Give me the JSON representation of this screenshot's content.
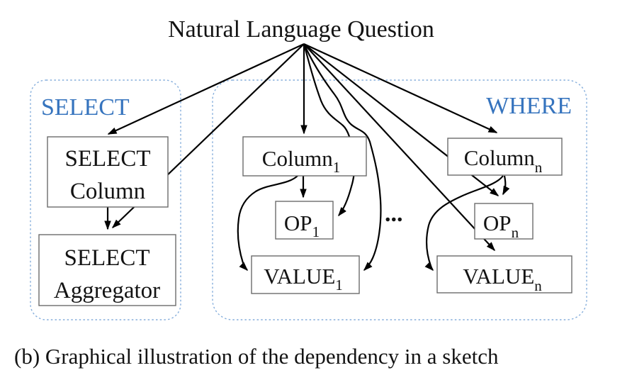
{
  "diagram": {
    "title": "Natural Language Question",
    "caption": "(b) Graphical illustration of the dependency in a sketch",
    "ellipsis": "...",
    "colors": {
      "label_blue": "#3674BE",
      "dashed_border": "#85AEDC",
      "box_border": "#6b6b6b",
      "arrow": "#000000",
      "text": "#131313"
    },
    "select_group": {
      "label": "SELECT"
    },
    "where_group": {
      "label": "WHERE"
    },
    "nodes": {
      "select_column": {
        "line1": "SELECT",
        "line2": "Column"
      },
      "select_aggregator": {
        "line1": "SELECT",
        "line2": "Aggregator"
      },
      "column_1": {
        "text": "Column",
        "sub": "1"
      },
      "op_1": {
        "text": "OP",
        "sub": "1"
      },
      "value_1": {
        "text": "VALUE",
        "sub": "1"
      },
      "column_n": {
        "text": "Column",
        "sub": "n"
      },
      "op_n": {
        "text": "OP",
        "sub": "n"
      },
      "value_n": {
        "text": "VALUE",
        "sub": "n"
      }
    },
    "edges": [
      {
        "from": "Natural Language Question",
        "to": "SELECT Column"
      },
      {
        "from": "Natural Language Question",
        "to": "SELECT Aggregator"
      },
      {
        "from": "Natural Language Question",
        "to": "Column_1"
      },
      {
        "from": "Natural Language Question",
        "to": "OP_1"
      },
      {
        "from": "Natural Language Question",
        "to": "VALUE_1"
      },
      {
        "from": "Natural Language Question",
        "to": "Column_n"
      },
      {
        "from": "Natural Language Question",
        "to": "OP_n"
      },
      {
        "from": "Natural Language Question",
        "to": "VALUE_n"
      },
      {
        "from": "SELECT Column",
        "to": "SELECT Aggregator"
      },
      {
        "from": "Column_1",
        "to": "OP_1"
      },
      {
        "from": "Column_1",
        "to": "VALUE_1"
      },
      {
        "from": "Column_n",
        "to": "OP_n"
      },
      {
        "from": "Column_n",
        "to": "VALUE_n"
      }
    ]
  }
}
